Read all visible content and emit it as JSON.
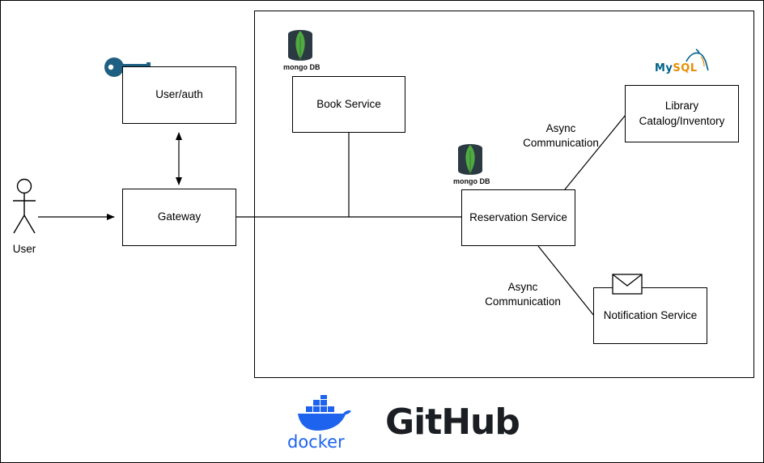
{
  "nodes": {
    "user_auth": "User/auth",
    "gateway": "Gateway",
    "book_service": "Book Service",
    "reservation_service": "Reservation Service",
    "library_catalog_line1": "Library",
    "library_catalog_line2": "Catalog/Inventory",
    "notification_service": "Notification Service"
  },
  "actor": {
    "label": "User"
  },
  "edge_labels": {
    "async_top_line1": "Async",
    "async_top_line2": "Communication",
    "async_bottom_line1": "Async",
    "async_bottom_line2": "Communication"
  },
  "logos": {
    "mongo_book": "mongo DB",
    "mongo_reservation": "mongo DB",
    "mysql_my": "My",
    "mysql_sql": "SQL",
    "docker": "docker",
    "github": "GitHub"
  },
  "colors": {
    "key": "#1f5f82",
    "mongo_green": "#4faa41",
    "mongo_dark": "#2b3a42",
    "mysql_blue": "#00618a",
    "mysql_orange": "#e48e00",
    "docker_blue": "#1d63ed",
    "github_black": "#1b1f23"
  },
  "icons": [
    "key-icon",
    "mongodb-icon",
    "mysql-icon",
    "envelope-icon",
    "docker-icon",
    "stick-figure-icon"
  ]
}
